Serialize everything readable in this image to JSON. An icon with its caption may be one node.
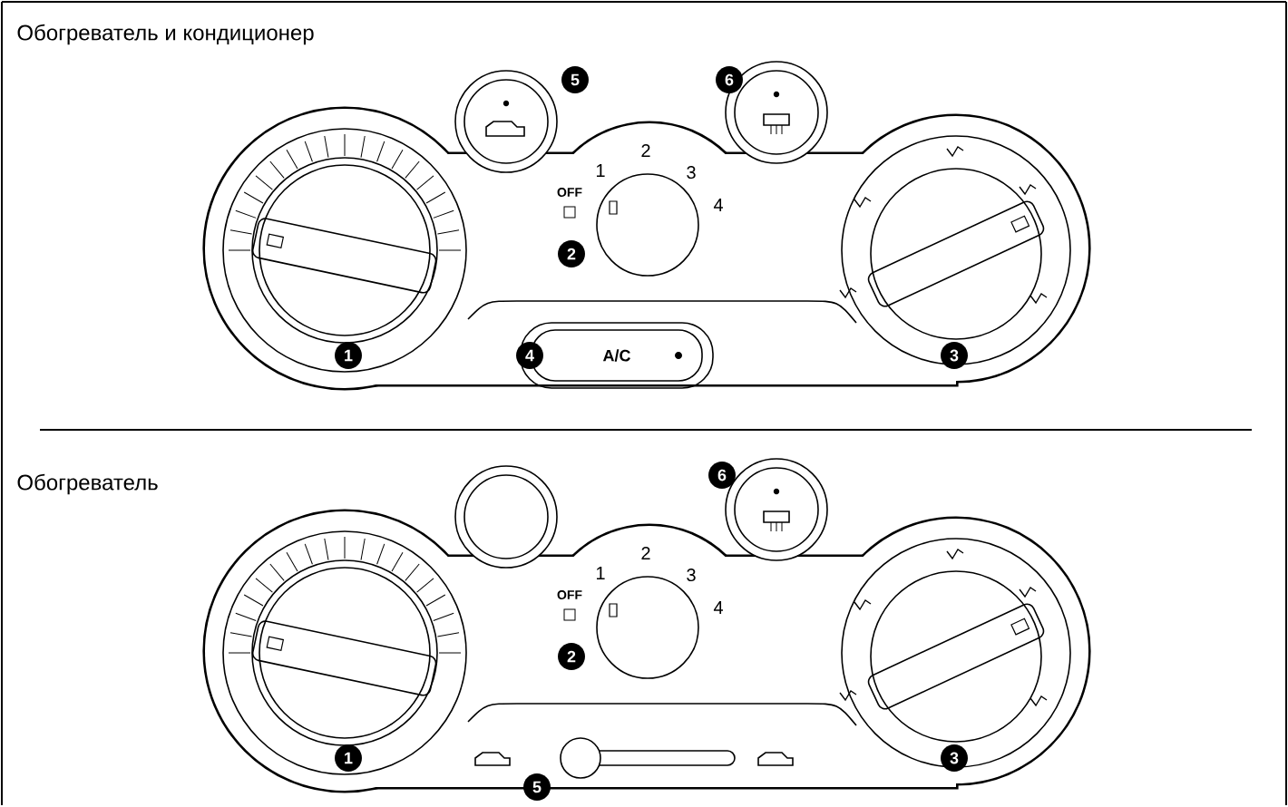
{
  "diagram": {
    "nodes": [
      {
        "text": [
          "A/C"
        ]
      }
    ],
    "labels": [
      "Обогреватель и кондиционер",
      "5",
      "6",
      "1",
      "2",
      "3",
      "OFF",
      "4",
      "2",
      "1",
      "4",
      "3",
      "Обогреватель",
      "6",
      "1",
      "2",
      "3",
      "OFF",
      "4",
      "2",
      "1",
      "3",
      "5"
    ]
  }
}
